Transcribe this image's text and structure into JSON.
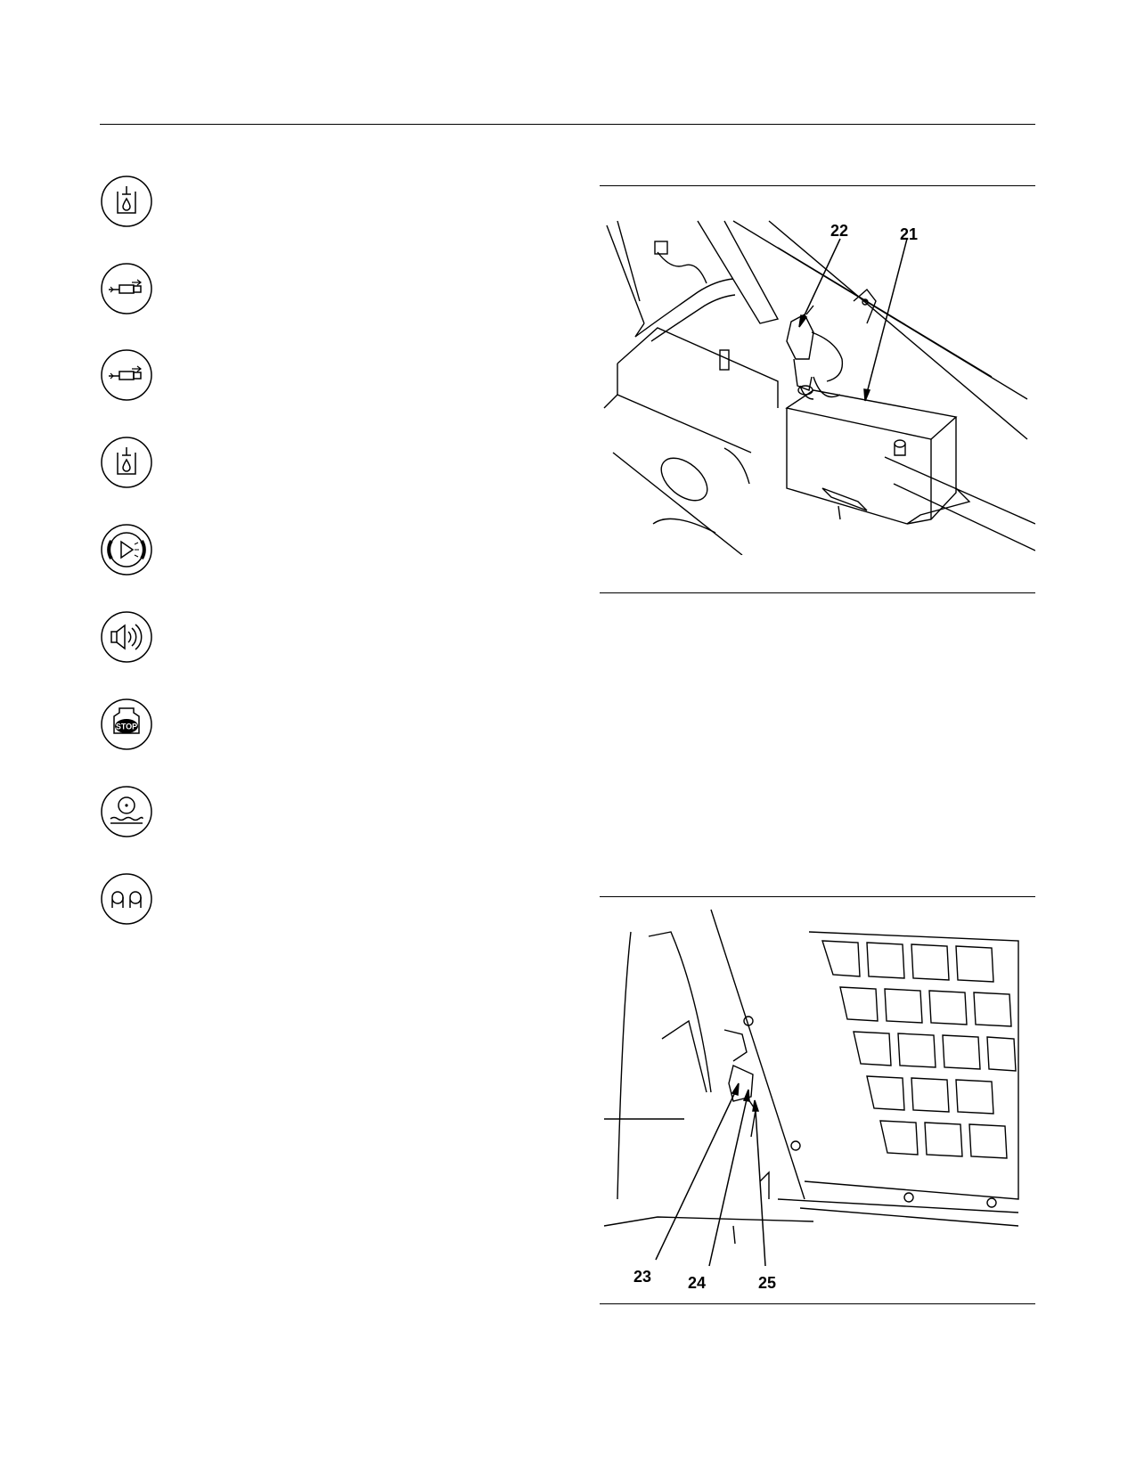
{
  "icons": [
    {
      "name": "oil-level-icon"
    },
    {
      "name": "hydraulic-filter-icon"
    },
    {
      "name": "hydraulic-filter-icon"
    },
    {
      "name": "oil-level-icon"
    },
    {
      "name": "brake-warning-icon"
    },
    {
      "name": "horn-icon"
    },
    {
      "name": "stop-icon"
    },
    {
      "name": "coolant-temperature-icon"
    },
    {
      "name": "glow-plug-icon"
    }
  ],
  "figure_top": {
    "callouts": [
      "22",
      "21"
    ]
  },
  "figure_bottom": {
    "callouts": [
      "23",
      "24",
      "25"
    ]
  },
  "colors": {
    "line": "#000000",
    "background": "#ffffff"
  }
}
